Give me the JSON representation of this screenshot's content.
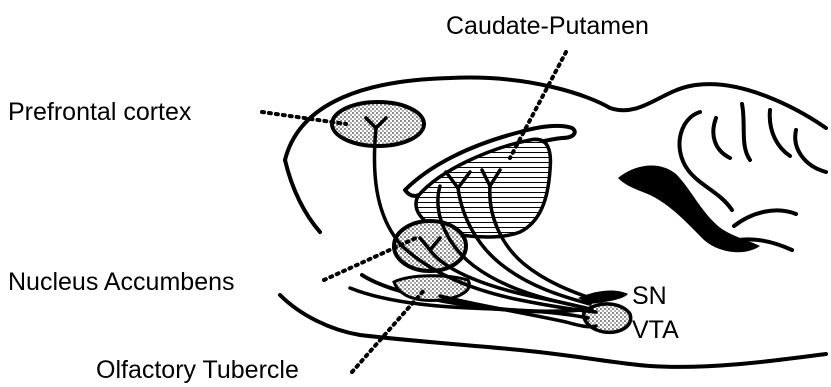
{
  "labels": {
    "caudate_putamen": "Caudate-Putamen",
    "prefrontal_cortex": "Prefrontal cortex",
    "nucleus_accumbens": "Nucleus Accumbens",
    "olfactory_tubercle": "Olfactory Tubercle",
    "sn": "SN",
    "vta": "VTA"
  },
  "colors": {
    "ink": "#000000",
    "background": "#ffffff",
    "stipple": "#9a9a9a"
  }
}
